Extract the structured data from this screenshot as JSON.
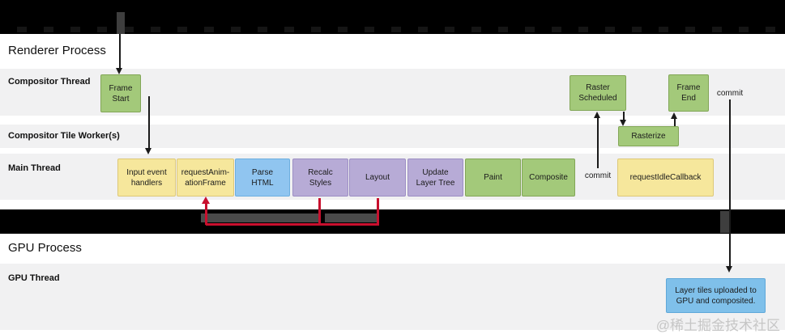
{
  "titles": {
    "renderer_process": "Renderer Process",
    "gpu_process": "GPU Process"
  },
  "rows": {
    "compositor_thread": "Compositor Thread",
    "compositor_tile_workers": "Compositor Tile Worker(s)",
    "main_thread": "Main Thread",
    "gpu_thread": "GPU Thread"
  },
  "compositor_thread_boxes": {
    "frame_start": "Frame\nStart",
    "raster_scheduled": "Raster\nScheduled",
    "frame_end": "Frame\nEnd"
  },
  "tile_worker_boxes": {
    "rasterize": "Rasterize"
  },
  "main_thread_boxes": [
    {
      "label": "Input event\nhandlers",
      "color": "yellow"
    },
    {
      "label": "requestAnim-\nationFrame",
      "color": "yellow"
    },
    {
      "label": "Parse\nHTML",
      "color": "blue"
    },
    {
      "label": "Recalc\nStyles",
      "color": "purple"
    },
    {
      "label": "Layout",
      "color": "purple"
    },
    {
      "label": "Update\nLayer Tree",
      "color": "purple"
    },
    {
      "label": "Paint",
      "color": "green"
    },
    {
      "label": "Composite",
      "color": "green"
    },
    {
      "label": "requestIdleCallback",
      "color": "yellow"
    }
  ],
  "annotations": {
    "commit_after_composite": "commit",
    "commit_after_frame_end": "commit"
  },
  "gpu_thread_boxes": {
    "layer_tiles": "Layer tiles uploaded to\nGPU and composited."
  },
  "watermark": "@稀土掘金技术社区",
  "colors": {
    "timeline_bar": "#000000",
    "scrubber_gray": "#3e3e3e",
    "row_background": "#f1f1f2",
    "box_green": "#a3c97a",
    "box_green_border": "#82a657",
    "box_yellow": "#f6e79c",
    "box_yellow_border": "#ddc878",
    "box_blue": "#90c5f0",
    "box_blue_border": "#6dafe0",
    "box_purple": "#b7abd6",
    "box_purple_border": "#9c8ec4",
    "gpu_box_blue": "#7fc0ea",
    "gpu_box_blue_border": "#5fa8d9",
    "bracket_red": "#c8102e",
    "arrow_black": "#1a1a1a"
  }
}
